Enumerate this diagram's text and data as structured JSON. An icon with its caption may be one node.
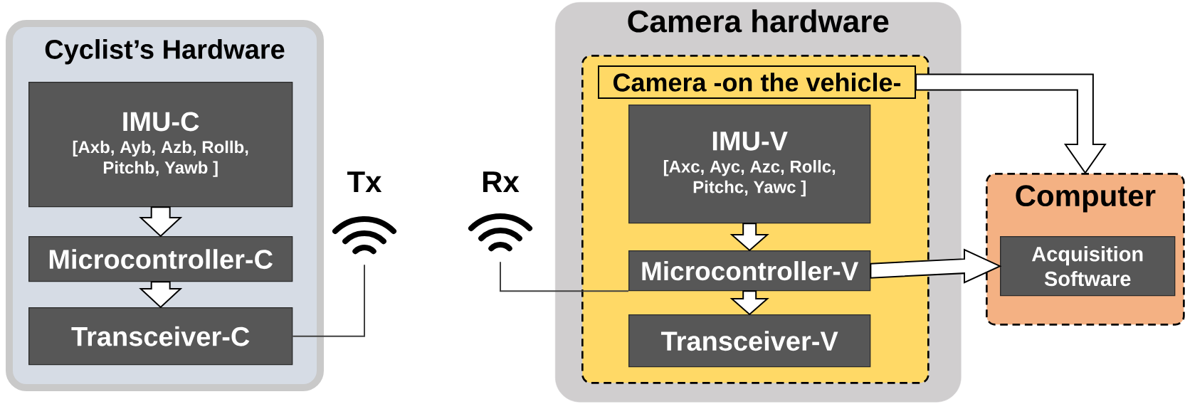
{
  "diagram": {
    "nodes": [
      {
        "text": [
          "Cyclist’s Hardware"
        ]
      },
      {
        "text": [
          "IMU-C",
          "[Axb, Ayb, Azb, Rollb, Pitchb, Yawb ]"
        ],
        "in": 0
      },
      {
        "text": [
          "Microcontroller-C"
        ],
        "in": 0
      },
      {
        "text": [
          "Transceiver-C"
        ],
        "in": 0
      },
      {
        "text": [
          "Tx"
        ]
      },
      {
        "text": [
          "Rx"
        ]
      },
      {
        "text": [
          "Camera hardware"
        ]
      },
      {
        "text": [],
        "shape": "box",
        "in": 6
      },
      {
        "text": [
          "Camera -on the vehicle-"
        ],
        "in": 7
      },
      {
        "text": [
          "IMU-V",
          "[Axc, Ayc, Azc, Rollc, Pitchc, Yawc ]"
        ],
        "in": 7
      },
      {
        "text": [
          "Microcontroller-V"
        ],
        "in": 7
      },
      {
        "text": [
          "Transceiver-V"
        ],
        "in": 7
      },
      {
        "text": [
          "Computer"
        ]
      },
      {
        "text": [
          "Acquisition Software"
        ],
        "in": 12
      }
    ],
    "edges": [
      {
        "from": 1,
        "to": 2,
        "arrow": "to"
      },
      {
        "from": 2,
        "to": 3,
        "arrow": "to"
      },
      {
        "from": 3,
        "to": 4,
        "arrow": "none"
      },
      {
        "from": 5,
        "to": 10,
        "arrow": "none"
      },
      {
        "from": 8,
        "to": 12,
        "arrow": "to"
      },
      {
        "from": 9,
        "to": 10,
        "arrow": "to"
      },
      {
        "from": 10,
        "to": 11,
        "arrow": "to"
      },
      {
        "from": 10,
        "to": 13,
        "arrow": "to"
      }
    ]
  }
}
